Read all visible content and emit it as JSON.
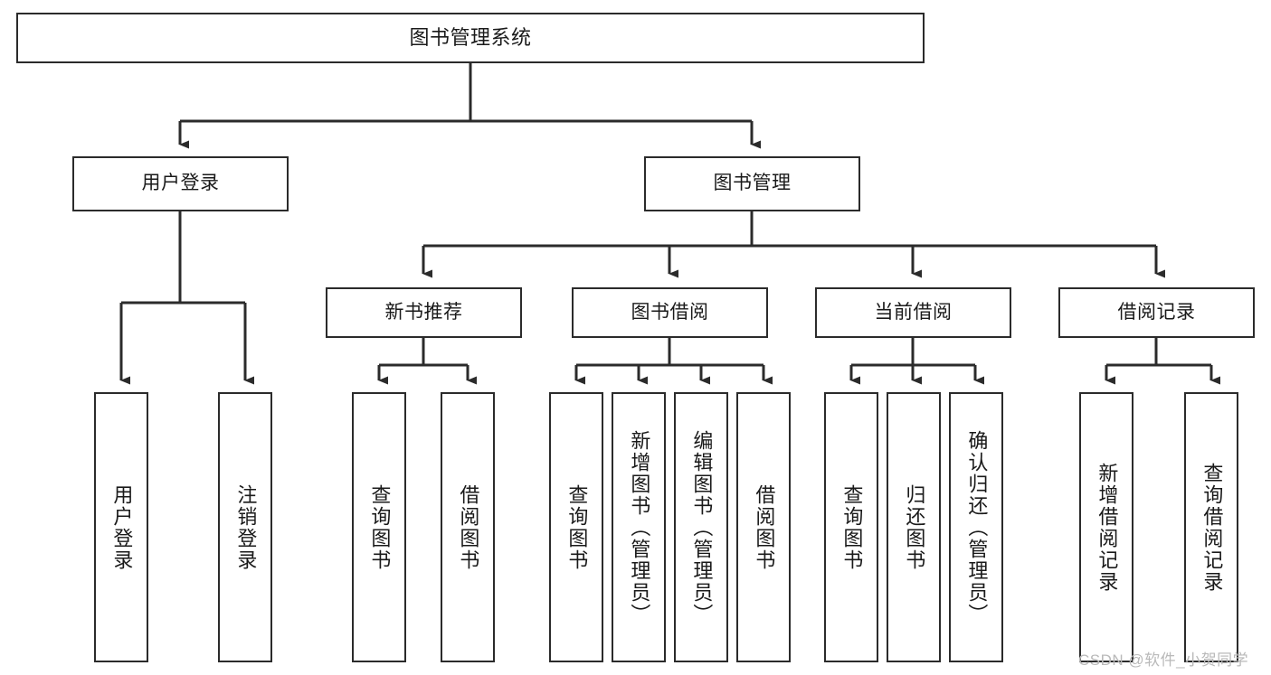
{
  "diagram": {
    "title": "图书管理系统",
    "type": "功能结构图",
    "colors": {
      "box_border": "#2b2b2b",
      "box_fill": "#ffffff",
      "connector": "#2b2b2b",
      "background": "#ffffff",
      "watermark": "#b9b9b9"
    },
    "root": {
      "label": "图书管理系统"
    },
    "level2": [
      {
        "label": "用户登录"
      },
      {
        "label": "图书管理"
      }
    ],
    "level3": [
      {
        "label": "新书推荐"
      },
      {
        "label": "图书借阅"
      },
      {
        "label": "当前借阅"
      },
      {
        "label": "借阅记录"
      }
    ],
    "leaves": {
      "user_login": [
        {
          "label": "用户登录"
        },
        {
          "label": "注销登录"
        }
      ],
      "new_book_recommend": [
        {
          "label": "查询图书"
        },
        {
          "label": "借阅图书"
        }
      ],
      "book_borrow": [
        {
          "label": "查询图书"
        },
        {
          "label": "新增图书（管理员）"
        },
        {
          "label": "编辑图书（管理员）"
        },
        {
          "label": "借阅图书"
        }
      ],
      "current_borrow": [
        {
          "label": "查询图书"
        },
        {
          "label": "归还图书"
        },
        {
          "label": "确认归还（管理员）"
        }
      ],
      "borrow_record": [
        {
          "label": "新增借阅记录"
        },
        {
          "label": "查询借阅记录"
        }
      ]
    },
    "watermark": "CSDN @软件_小贺同学"
  }
}
